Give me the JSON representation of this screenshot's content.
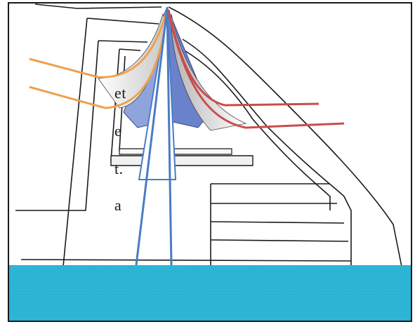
{
  "peeking_text": {
    "line1": "et",
    "line2": "e",
    "line3": "t.",
    "line4": "a"
  },
  "colors": {
    "water": "#2AB3D4",
    "orange_lines": "#F0A04B",
    "red_lines": "#C94C4C",
    "blue_lines": "#4A7CC4",
    "fin_blue": "#7F95D6",
    "outline": "#1a1a1a"
  },
  "icons": [
    "diagram-illustration"
  ]
}
